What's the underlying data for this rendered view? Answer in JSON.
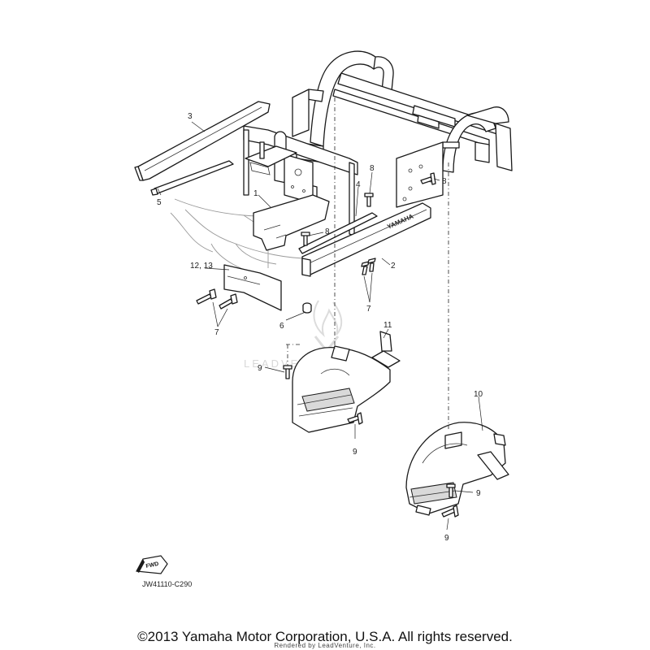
{
  "diagram": {
    "callouts": [
      {
        "id": "c1",
        "text": "1"
      },
      {
        "id": "c2",
        "text": "2"
      },
      {
        "id": "c3",
        "text": "3"
      },
      {
        "id": "c4",
        "text": "4"
      },
      {
        "id": "c5",
        "text": "5"
      },
      {
        "id": "c6",
        "text": "6"
      },
      {
        "id": "c7a",
        "text": "7"
      },
      {
        "id": "c7b",
        "text": "7"
      },
      {
        "id": "c8a",
        "text": "8"
      },
      {
        "id": "c8b",
        "text": "8"
      },
      {
        "id": "c8c",
        "text": "8"
      },
      {
        "id": "c9a",
        "text": "9"
      },
      {
        "id": "c9b",
        "text": "9"
      },
      {
        "id": "c9c",
        "text": "9"
      },
      {
        "id": "c9d",
        "text": "9"
      },
      {
        "id": "c10",
        "text": "10"
      },
      {
        "id": "c11",
        "text": "11"
      },
      {
        "id": "c1213",
        "text": "12, 13"
      }
    ],
    "fwd_symbol_text": "FWD",
    "brand_embossing": "YAMAHA",
    "watermark": "LEADVENTURE",
    "diagram_code": "JW41110-C290"
  },
  "footer": {
    "copyright": "©2013 Yamaha Motor Corporation, U.S.A. All rights reserved.",
    "rendered_by": "Rendered by LeadVenture, Inc."
  }
}
